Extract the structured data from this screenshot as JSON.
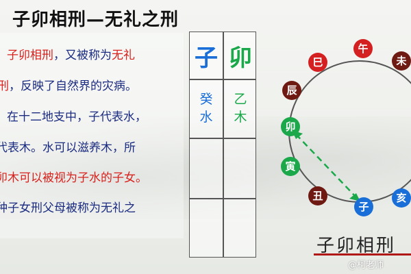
{
  "title": "子卯相刑—无礼之刑",
  "body_lines": [
    {
      "parts": [
        {
          "t": "子卯相刑",
          "c": "red"
        },
        {
          "t": "，又被称为",
          "c": "blue"
        },
        {
          "t": "无礼",
          "c": "red"
        }
      ]
    },
    {
      "parts": [
        {
          "t": "刑",
          "c": "red"
        },
        {
          "t": "，反映了自然界的灾病。",
          "c": "blue"
        }
      ]
    },
    {
      "parts": [
        {
          "t": "在十二地支中，子代表水，",
          "c": "blue"
        }
      ]
    },
    {
      "parts": [
        {
          "t": "代表木。水可以滋养木，所",
          "c": "blue"
        }
      ]
    },
    {
      "parts": [
        {
          "t": "卯木可以被视为子水的子女。",
          "c": "red"
        }
      ]
    },
    {
      "parts": [
        {
          "t": "种子女刑父母被称为无礼之",
          "c": "blue"
        }
      ]
    }
  ],
  "grid": {
    "col1_head": "子",
    "col2_head": "卯",
    "col1_sub": [
      "癸",
      "水"
    ],
    "col2_sub": [
      "乙",
      "木"
    ]
  },
  "branches": [
    {
      "label": "午",
      "color": "#d42020"
    },
    {
      "label": "未",
      "color": "#6e1a12"
    },
    {
      "label": "巳",
      "color": "#d42020"
    },
    {
      "label": "辰",
      "color": "#6e1a12"
    },
    {
      "label": "卯",
      "color": "#1aa84a"
    },
    {
      "label": "寅",
      "color": "#1aa84a"
    },
    {
      "label": "丑",
      "color": "#6e1a12"
    },
    {
      "label": "子",
      "color": "#1a6ed8"
    },
    {
      "label": "亥",
      "color": "#1a6ed8"
    }
  ],
  "caption": "子卯相刑",
  "watermark": "@柯老师"
}
